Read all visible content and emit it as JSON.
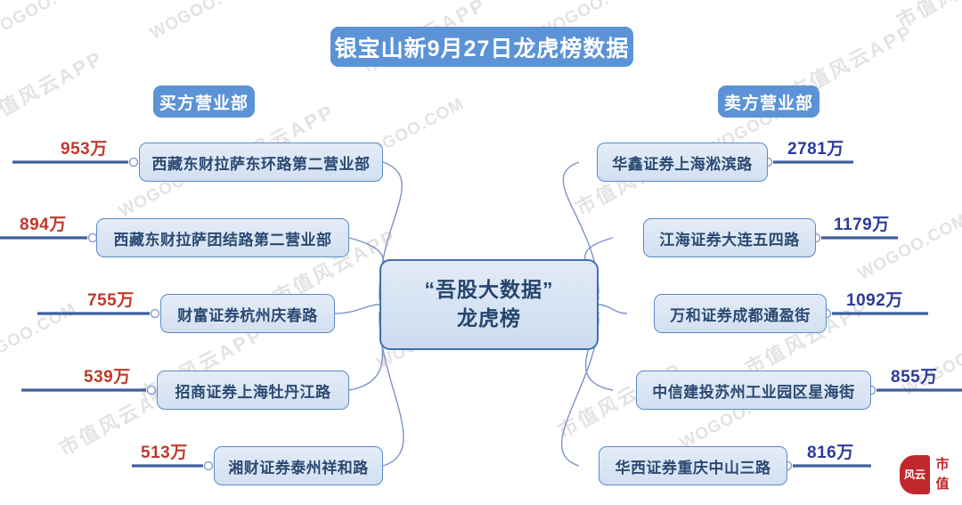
{
  "title": "银宝山新9月27日龙虎榜数据",
  "center": {
    "line1": "“吾股大数据”",
    "line2": "龙虎榜"
  },
  "headers": {
    "buy": "买方营业部",
    "sell": "卖方营业部"
  },
  "colors": {
    "title_pill": "#5b93d6",
    "node_border": "#5b8bc9",
    "node_fill": "#dce6f2",
    "buy_value": "#c0392b",
    "sell_value": "#2b3a9c",
    "edge": "#7e93c4",
    "stem": "#3f5f9c",
    "logo": "#c1272d"
  },
  "watermarks": {
    "cn": "市值风云APP",
    "en": "WOGOO.COM"
  },
  "logo": {
    "seal": "风云",
    "word": "市值"
  },
  "unit": "万",
  "buy_side": [
    {
      "name": "西藏东财拉萨东环路第二营业部",
      "value": "953万"
    },
    {
      "name": "西藏东财拉萨团结路第二营业部",
      "value": "894万"
    },
    {
      "name": "财富证券杭州庆春路",
      "value": "755万"
    },
    {
      "name": "招商证券上海牡丹江路",
      "value": "539万"
    },
    {
      "name": "湘财证券泰州祥和路",
      "value": "513万"
    }
  ],
  "sell_side": [
    {
      "name": "华鑫证券上海淞滨路",
      "value": "2781万"
    },
    {
      "name": "江海证券大连五四路",
      "value": "1179万"
    },
    {
      "name": "万和证券成都通盈街",
      "value": "1092万"
    },
    {
      "name": "中信建投苏州工业园区星海街",
      "value": "855万"
    },
    {
      "name": "华西证券重庆中山三路",
      "value": "816万"
    }
  ],
  "chart_data": {
    "type": "diagram",
    "title": "银宝山新9月27日龙虎榜数据",
    "center_label": "“吾股大数据”龙虎榜",
    "branches": [
      {
        "side": "买方营业部",
        "label": "西藏东财拉萨东环路第二营业部",
        "value": 953,
        "unit": "万"
      },
      {
        "side": "买方营业部",
        "label": "西藏东财拉萨团结路第二营业部",
        "value": 894,
        "unit": "万"
      },
      {
        "side": "买方营业部",
        "label": "财富证券杭州庆春路",
        "value": 755,
        "unit": "万"
      },
      {
        "side": "买方营业部",
        "label": "招商证券上海牡丹江路",
        "value": 539,
        "unit": "万"
      },
      {
        "side": "买方营业部",
        "label": "湘财证券泰州祥和路",
        "value": 513,
        "unit": "万"
      },
      {
        "side": "卖方营业部",
        "label": "华鑫证券上海淞滨路",
        "value": 2781,
        "unit": "万"
      },
      {
        "side": "卖方营业部",
        "label": "江海证券大连五四路",
        "value": 1179,
        "unit": "万"
      },
      {
        "side": "卖方营业部",
        "label": "万和证券成都通盈街",
        "value": 1092,
        "unit": "万"
      },
      {
        "side": "卖方营业部",
        "label": "中信建投苏州工业园区星海街",
        "value": 855,
        "unit": "万"
      },
      {
        "side": "卖方营业部",
        "label": "华西证券重庆中山三路",
        "value": 816,
        "unit": "万"
      }
    ]
  }
}
